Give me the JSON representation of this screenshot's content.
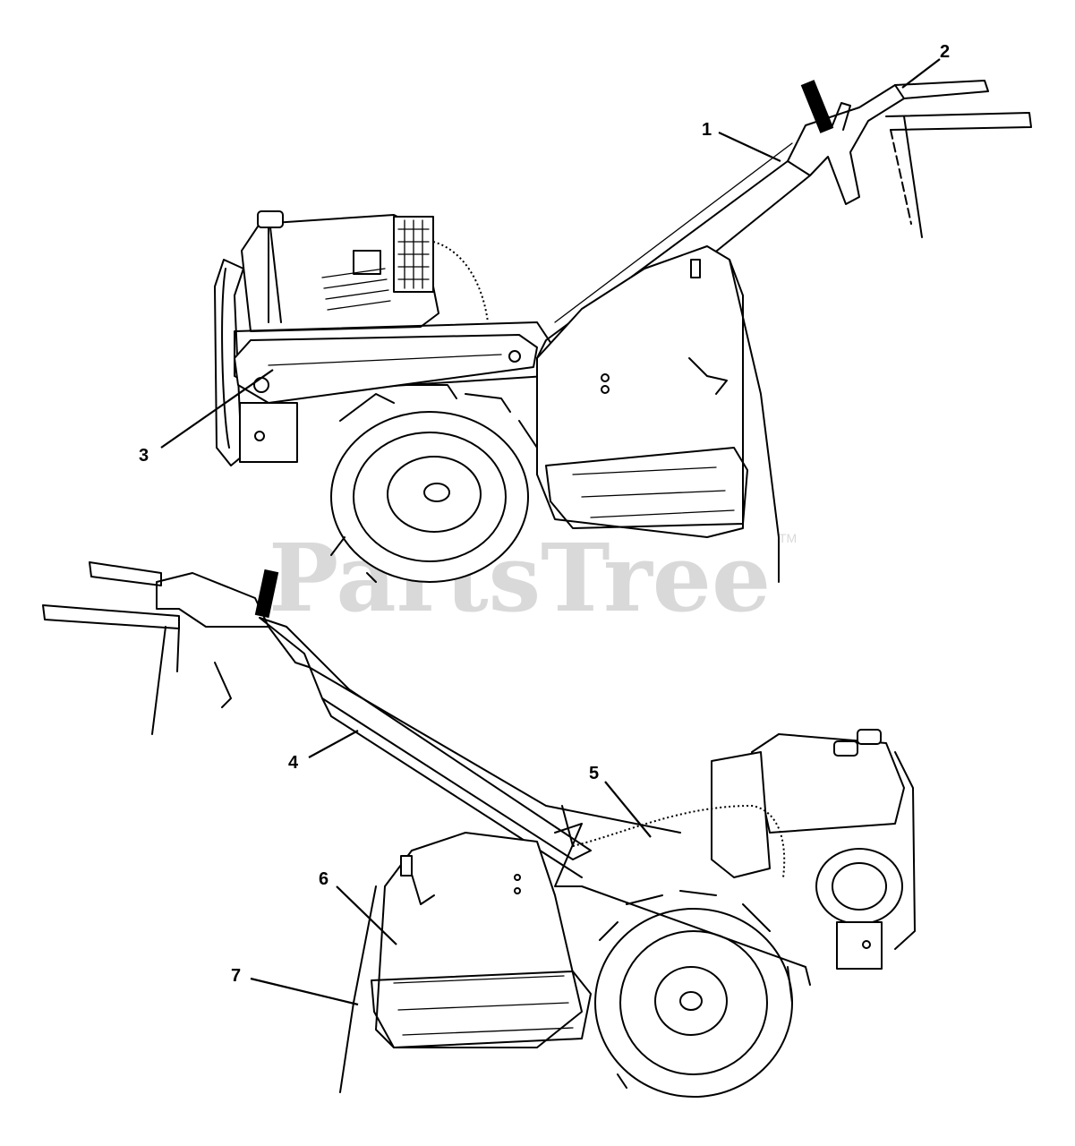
{
  "watermark": {
    "text": "PartsTree",
    "trademark": "TM"
  },
  "callouts": [
    {
      "id": "callout-1",
      "label": "1"
    },
    {
      "id": "callout-2",
      "label": "2"
    },
    {
      "id": "callout-3",
      "label": "3"
    },
    {
      "id": "callout-4",
      "label": "4"
    },
    {
      "id": "callout-5",
      "label": "5"
    },
    {
      "id": "callout-6",
      "label": "6"
    },
    {
      "id": "callout-7",
      "label": "7"
    }
  ],
  "colors": {
    "line": "#000000",
    "background": "#ffffff",
    "watermark": "#d9d9d9"
  }
}
